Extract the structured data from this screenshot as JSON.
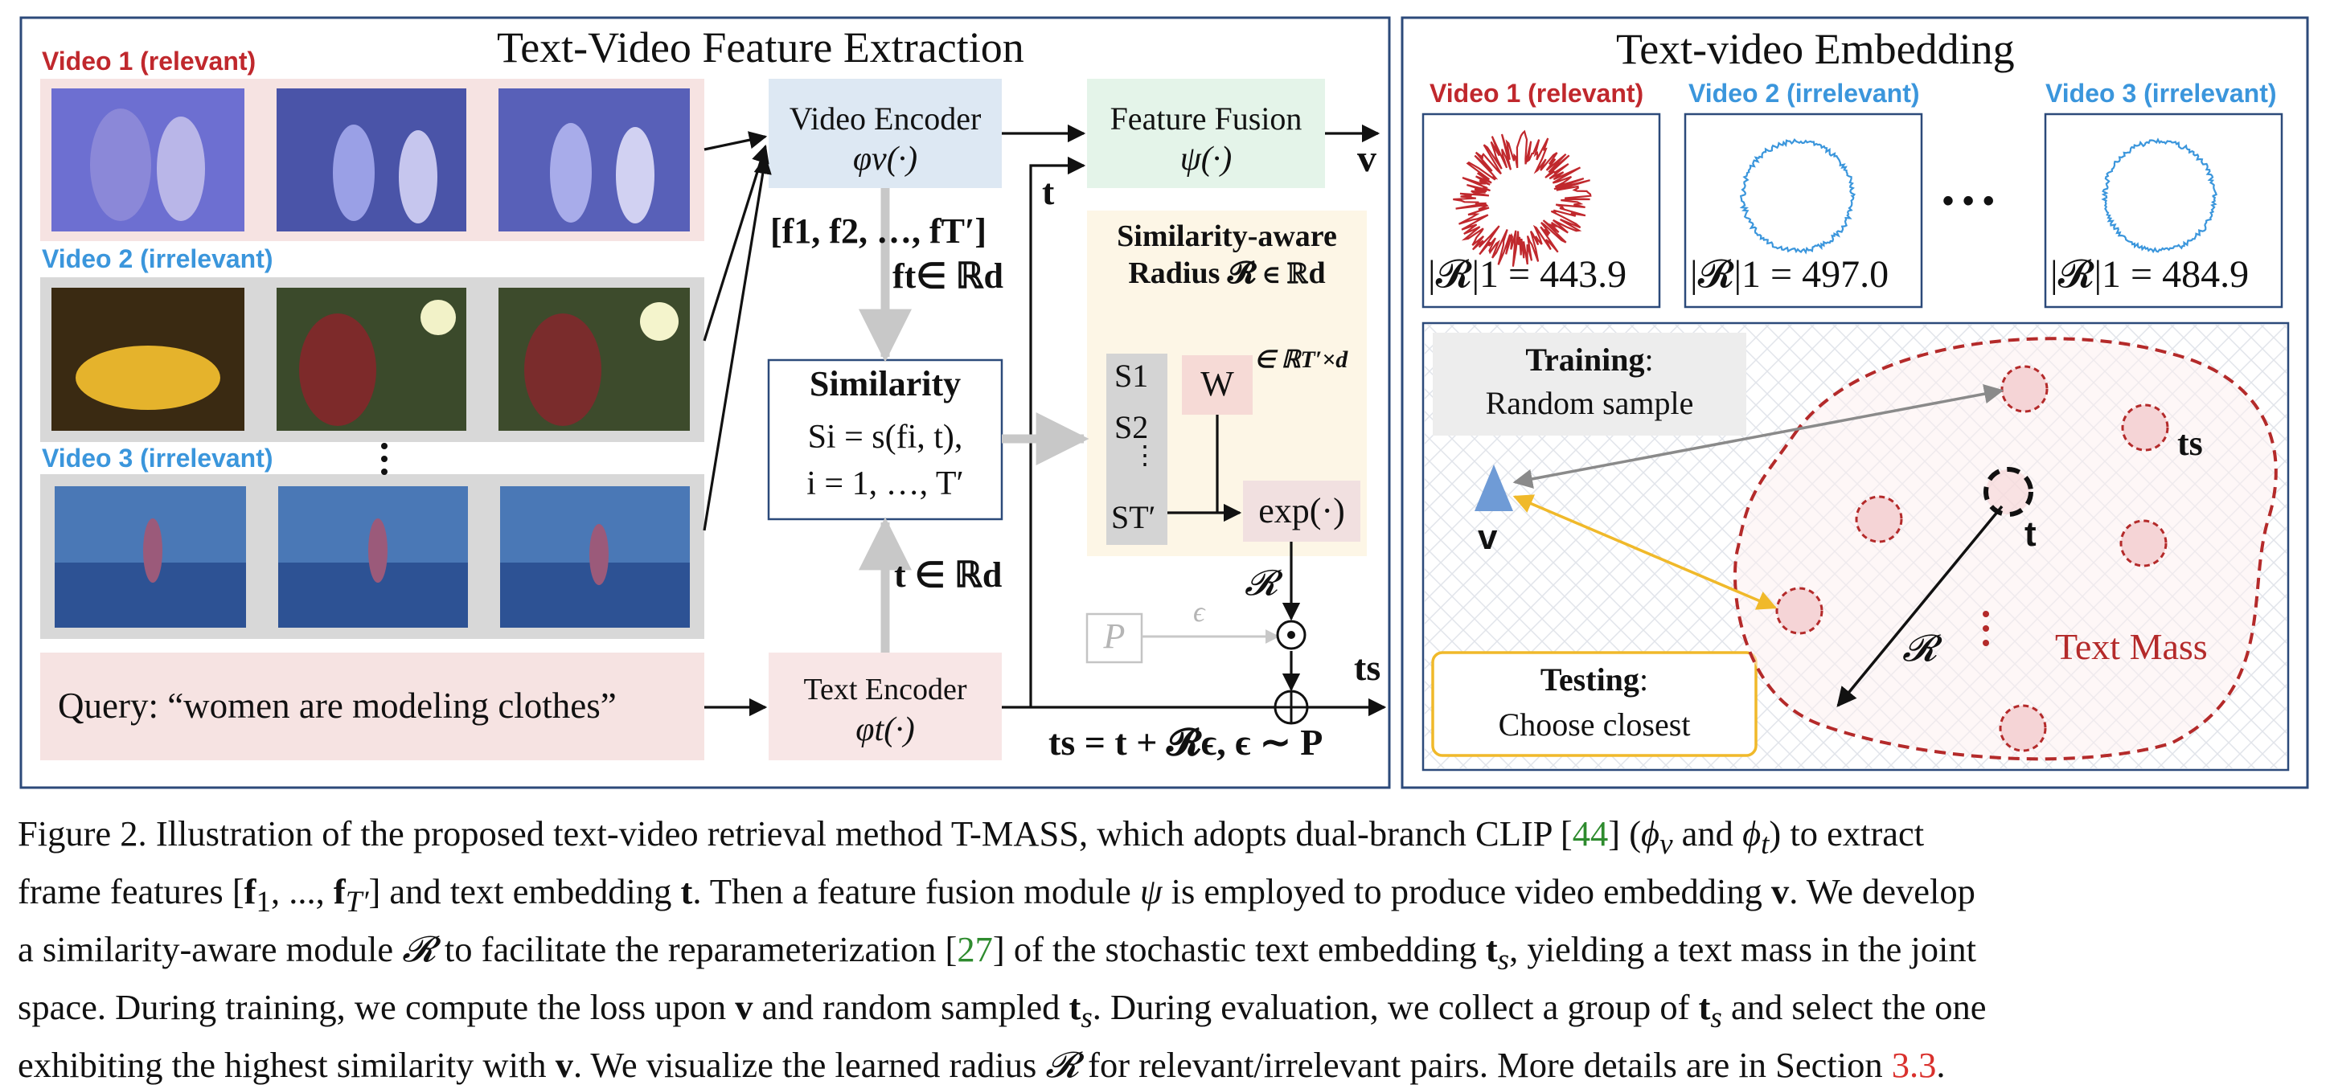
{
  "panels": {
    "left_title": "Text-Video Feature Extraction",
    "right_title": "Text-video Embedding"
  },
  "videos": [
    {
      "label": "Video 1 (relevant)",
      "color": "#c0282d"
    },
    {
      "label": "Video 2 (irrelevant)",
      "color": "#3b96dc"
    },
    {
      "label": "Video 3 (irrelevant)",
      "color": "#3b96dc"
    }
  ],
  "query_text": "Query: “women are modeling clothes”",
  "modules": {
    "video_encoder": {
      "title": "Video Encoder",
      "symbol": "φv(·)"
    },
    "text_encoder": {
      "title": "Text Encoder",
      "symbol": "φt(·)"
    },
    "feature_fusion": {
      "title": "Feature Fusion",
      "symbol": "ψ(·)"
    },
    "similarity": {
      "title": "Similarity",
      "line1": "Si = s(fi, t),",
      "line2": "i = 1, …, T′"
    },
    "radius": {
      "title_line1": "Similarity-aware",
      "title_line2": "Radius 𝓡 ∈ ℝd",
      "weight": "W",
      "weight_dim": "∈ ℝT′×d",
      "exp": "exp(·)",
      "s_items": [
        "S1",
        "S2",
        "ST′"
      ]
    }
  },
  "flow_labels": {
    "frame_features": "[f1, f2, …, fT′]",
    "feature_space": "ft∈ ℝd",
    "text_space": "t ∈ ℝd",
    "v": "v",
    "t": "t",
    "radius_symbol": "𝓡",
    "epsilon": "ϵ",
    "prior": "P",
    "ts": "ts",
    "formula": "ts = t + 𝓡ϵ, ϵ ∼ P"
  },
  "embedding": {
    "radius_values": [
      "|𝓡|1 = 443.9",
      "|𝓡|1 = 497.0",
      "|𝓡|1 = 484.9"
    ],
    "ellipsis": "• • •",
    "training_title": "Training",
    "training_text": "Random sample",
    "testing_title": "Testing",
    "testing_text": "Choose closest",
    "mass_label": "Text Mass",
    "v_label": "v",
    "t_label": "t",
    "ts_label": "ts",
    "radius_label": "𝓡"
  },
  "caption": {
    "figure_number": "Figure 2.",
    "cite_clip": "44",
    "cite_reparam": "27",
    "section_ref": "3.3"
  },
  "colors": {
    "frame_border": "#2c4a7a",
    "video_encoder": "#dde8f3",
    "text_encoder": "#f8e6e6",
    "feature_fusion": "#e4f4e9",
    "radius_panel": "#fdf6e6",
    "weight_box": "#f6dad6",
    "relevant_red": "#c0282d",
    "irrelevant_blue": "#3b96dc",
    "text_mass": "#b42a2a",
    "testing_border": "#f0b92a",
    "training_arrow": "#8a8a8a"
  }
}
